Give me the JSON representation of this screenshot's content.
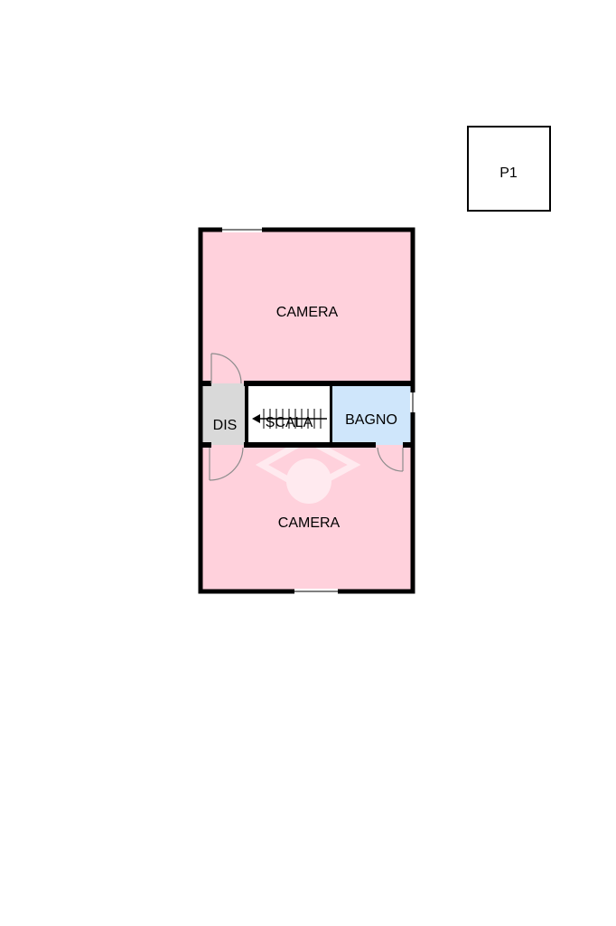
{
  "floor_label": "P1",
  "rooms": {
    "camera_top": "CAMERA",
    "dis": "DIS",
    "scala": "SCALA",
    "bagno": "BAGNO",
    "camera_bottom": "CAMERA"
  },
  "colors": {
    "camera": "#ffd1dc",
    "dis": "#d9d9d9",
    "scala": "#ffffff",
    "bagno": "#cfe6fb",
    "wall": "#000000",
    "door": "#7f7f7f",
    "watermark": "#ffffff"
  }
}
